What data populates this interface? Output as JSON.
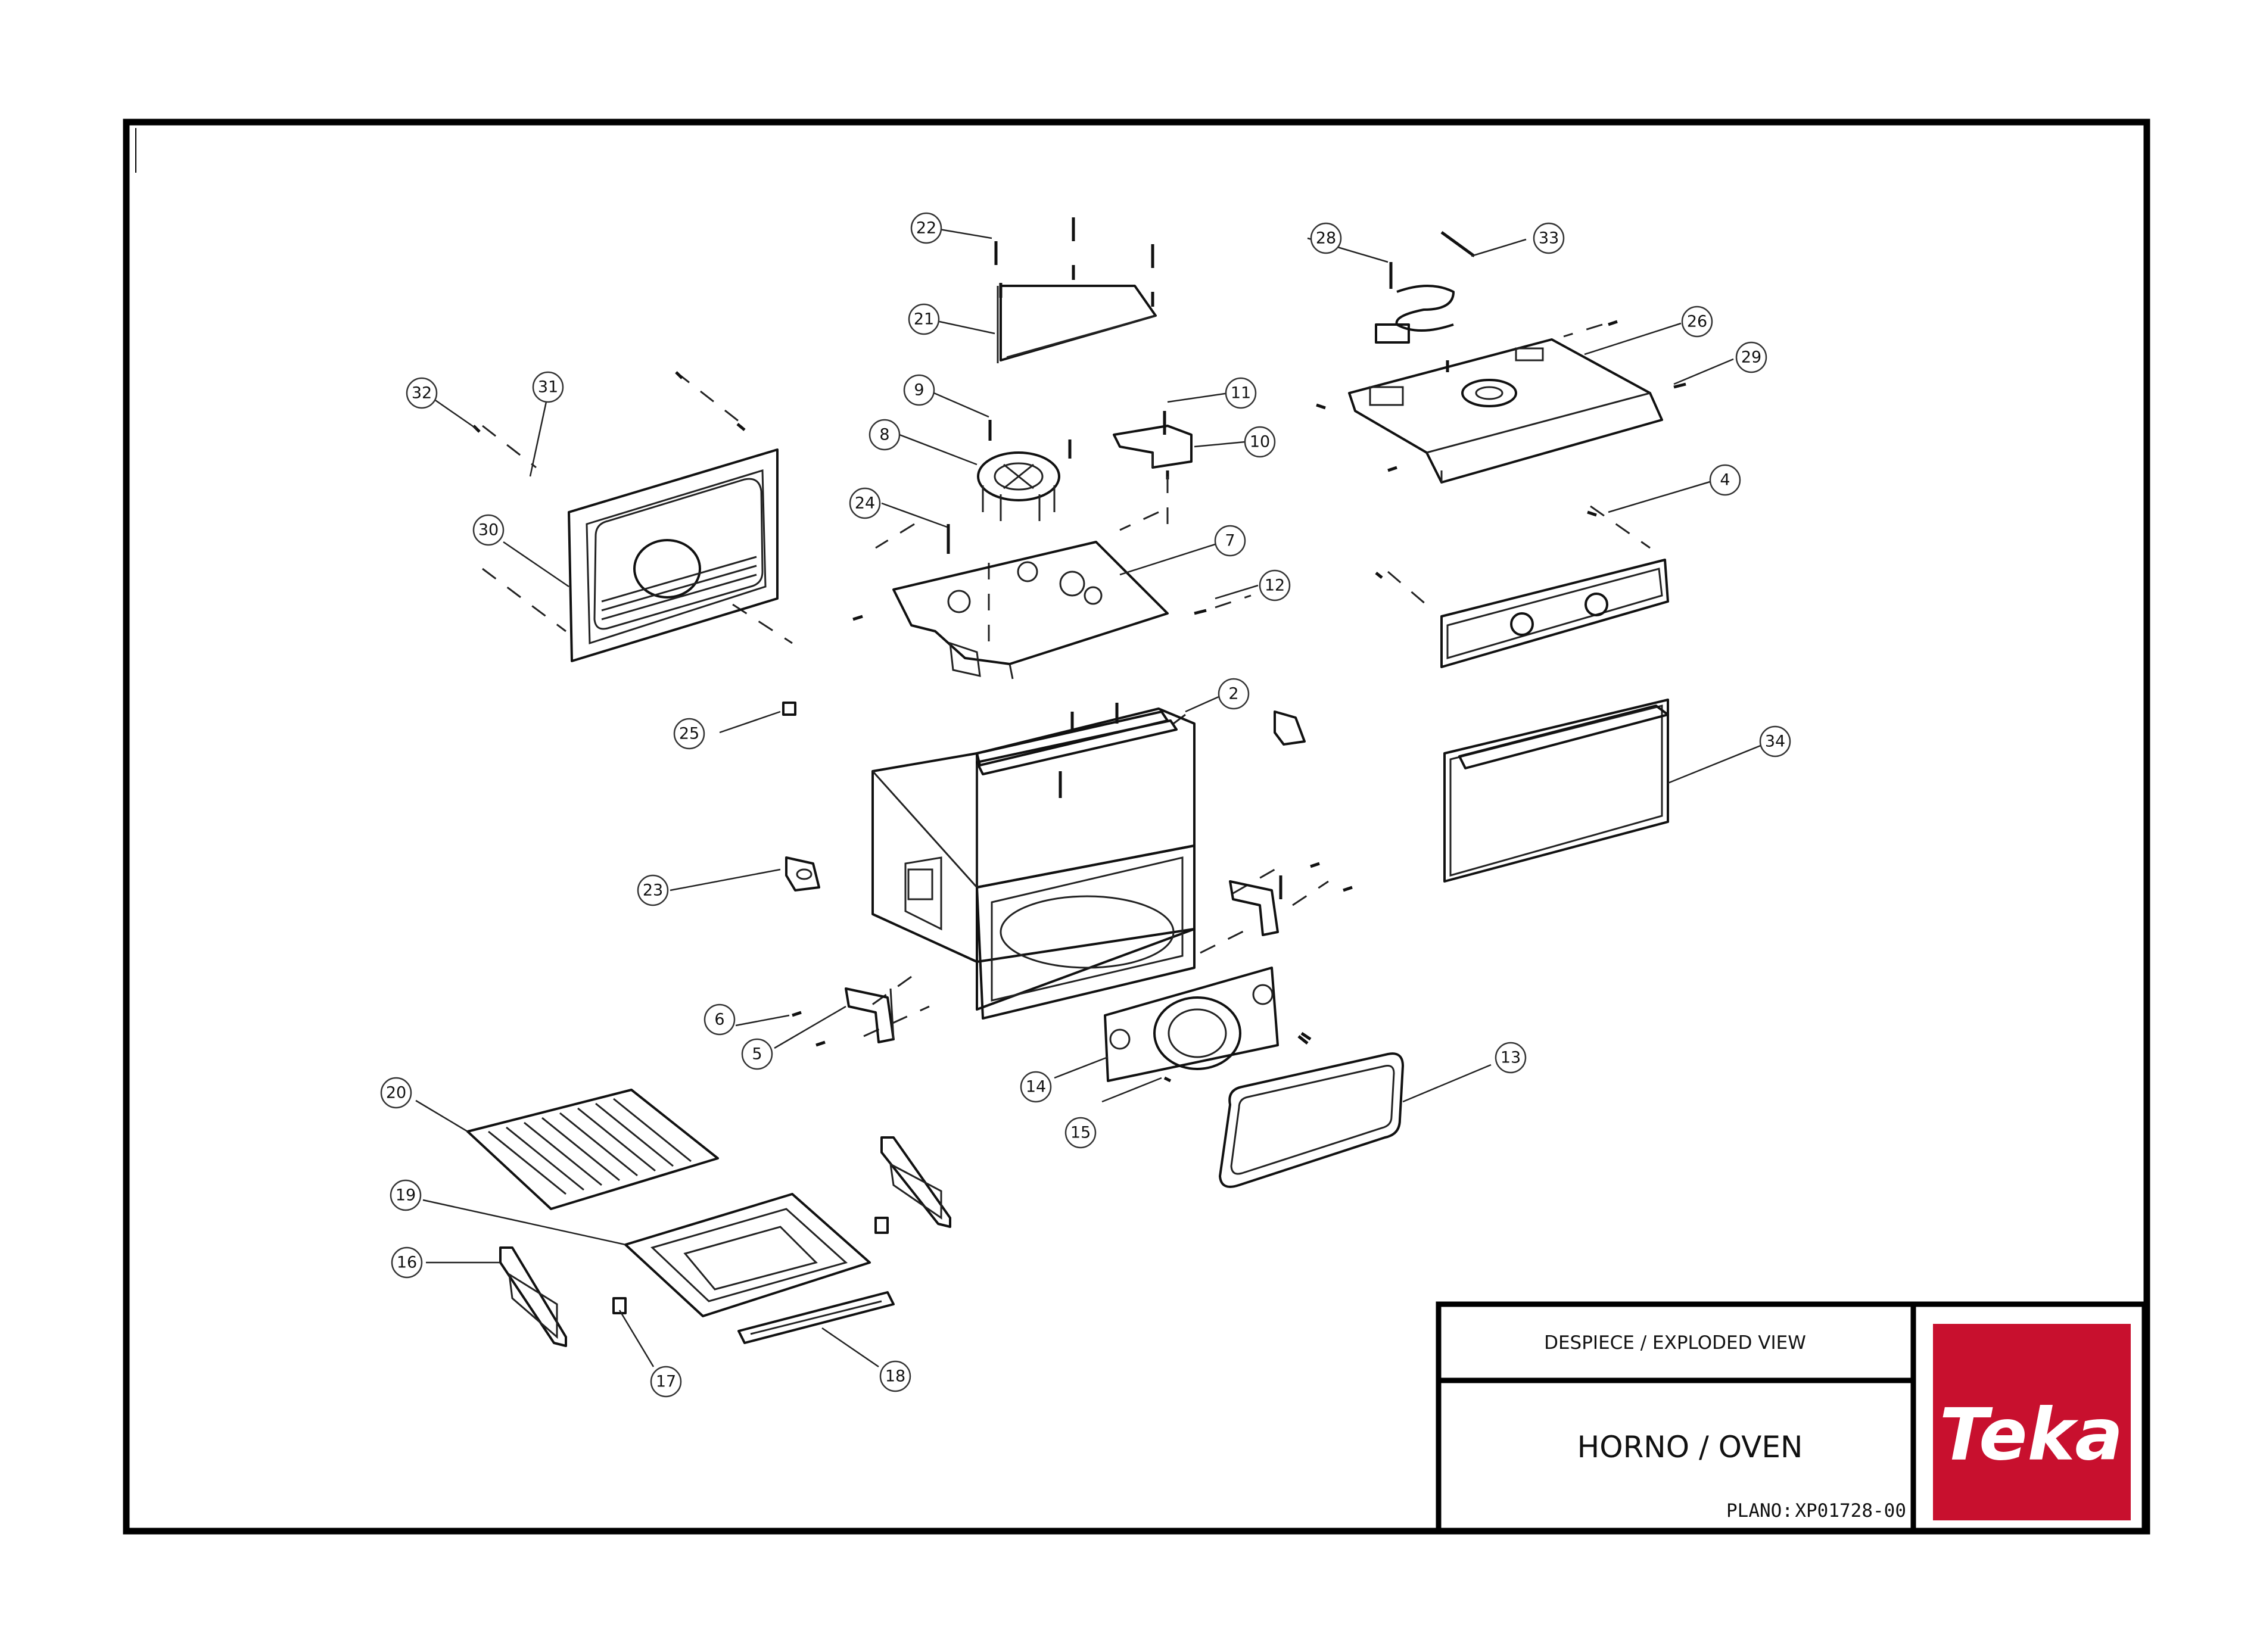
{
  "title_block": {
    "header": "DESPIECE / EXPLODED VIEW",
    "title": "HORNO / OVEN",
    "plan_label": "PLANO:",
    "plan_number": "XP01728-00",
    "logo_text": "Teka",
    "logo_color": "#c8102e"
  },
  "callouts": [
    "2",
    "4",
    "5",
    "6",
    "7",
    "8",
    "9",
    "10",
    "11",
    "12",
    "13",
    "14",
    "15",
    "16",
    "17",
    "18",
    "19",
    "20",
    "21",
    "22",
    "23",
    "24",
    "25",
    "26",
    "28",
    "29",
    "30",
    "31",
    "32",
    "33",
    "34"
  ]
}
